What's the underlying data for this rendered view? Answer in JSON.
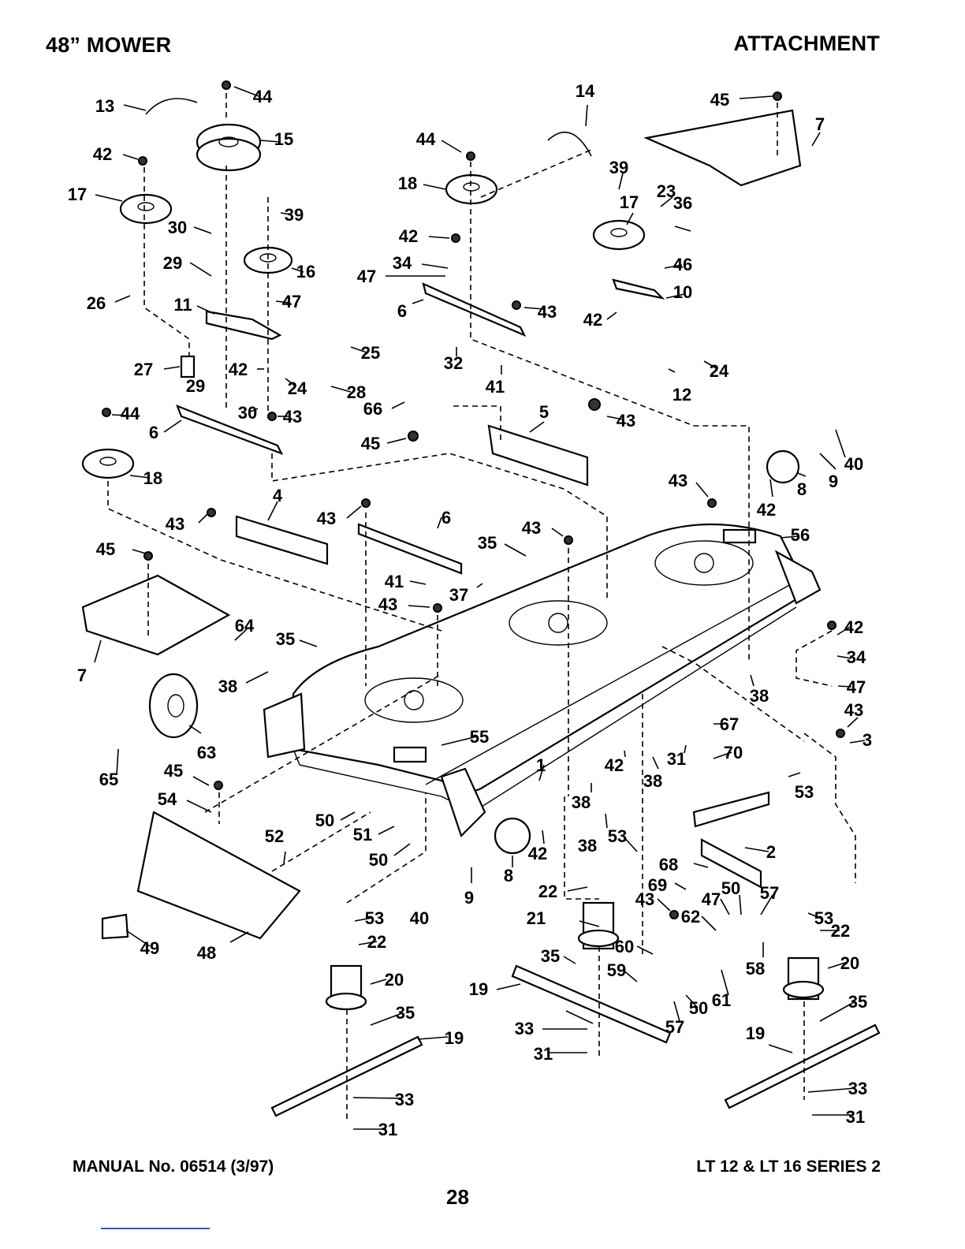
{
  "header": {
    "left": "48” MOWER",
    "right": "ATTACHMENT"
  },
  "footer": {
    "manual": "MANUAL No. 06514 (3/97)",
    "series": "LT 12 & LT 16 SERIES 2",
    "page": "28"
  },
  "callouts": [
    {
      "id": "c-13",
      "text": "13"
    },
    {
      "id": "c-44a",
      "text": "44"
    },
    {
      "id": "c-15",
      "text": "15"
    },
    {
      "id": "c-42a",
      "text": "42"
    },
    {
      "id": "c-17a",
      "text": "17"
    },
    {
      "id": "c-30a",
      "text": "30"
    },
    {
      "id": "c-39a",
      "text": "39"
    },
    {
      "id": "c-29a",
      "text": "29"
    },
    {
      "id": "c-16",
      "text": "16"
    },
    {
      "id": "c-26",
      "text": "26"
    },
    {
      "id": "c-11",
      "text": "11"
    },
    {
      "id": "c-47a",
      "text": "47"
    },
    {
      "id": "c-25",
      "text": "25"
    },
    {
      "id": "c-27",
      "text": "27"
    },
    {
      "id": "c-42b",
      "text": "42"
    },
    {
      "id": "c-29b",
      "text": "29"
    },
    {
      "id": "c-24a",
      "text": "24"
    },
    {
      "id": "c-28",
      "text": "28"
    },
    {
      "id": "c-30b",
      "text": "30"
    },
    {
      "id": "c-44b",
      "text": "44"
    },
    {
      "id": "c-43a",
      "text": "43"
    },
    {
      "id": "c-6a",
      "text": "6"
    },
    {
      "id": "c-18a",
      "text": "18"
    },
    {
      "id": "c-14",
      "text": "14"
    },
    {
      "id": "c-44c",
      "text": "44"
    },
    {
      "id": "c-18b",
      "text": "18"
    },
    {
      "id": "c-42c",
      "text": "42"
    },
    {
      "id": "c-34a",
      "text": "34"
    },
    {
      "id": "c-47b",
      "text": "47"
    },
    {
      "id": "c-6b",
      "text": "6"
    },
    {
      "id": "c-43b",
      "text": "43"
    },
    {
      "id": "c-32",
      "text": "32"
    },
    {
      "id": "c-41a",
      "text": "41"
    },
    {
      "id": "c-66",
      "text": "66"
    },
    {
      "id": "c-45a",
      "text": "45"
    },
    {
      "id": "c-45b",
      "text": "45"
    },
    {
      "id": "c-7a",
      "text": "7"
    },
    {
      "id": "c-39b",
      "text": "39"
    },
    {
      "id": "c-23",
      "text": "23"
    },
    {
      "id": "c-36",
      "text": "36"
    },
    {
      "id": "c-17b",
      "text": "17"
    },
    {
      "id": "c-46",
      "text": "46"
    },
    {
      "id": "c-10",
      "text": "10"
    },
    {
      "id": "c-42d",
      "text": "42"
    },
    {
      "id": "c-24b",
      "text": "24"
    },
    {
      "id": "c-12",
      "text": "12"
    },
    {
      "id": "c-5",
      "text": "5"
    },
    {
      "id": "c-43c",
      "text": "43"
    },
    {
      "id": "c-40a",
      "text": "40"
    },
    {
      "id": "c-9a",
      "text": "9"
    },
    {
      "id": "c-8a",
      "text": "8"
    },
    {
      "id": "c-42e",
      "text": "42"
    },
    {
      "id": "c-43d",
      "text": "43"
    },
    {
      "id": "c-56",
      "text": "56"
    },
    {
      "id": "c-43e",
      "text": "43"
    },
    {
      "id": "c-4",
      "text": "4"
    },
    {
      "id": "c-43f",
      "text": "43"
    },
    {
      "id": "c-6c",
      "text": "6"
    },
    {
      "id": "c-43g",
      "text": "43"
    },
    {
      "id": "c-35a",
      "text": "35"
    },
    {
      "id": "c-45c",
      "text": "45"
    },
    {
      "id": "c-41b",
      "text": "41"
    },
    {
      "id": "c-37",
      "text": "37"
    },
    {
      "id": "c-43h",
      "text": "43"
    },
    {
      "id": "c-7b",
      "text": "7"
    },
    {
      "id": "c-64",
      "text": "64"
    },
    {
      "id": "c-35b",
      "text": "35"
    },
    {
      "id": "c-38a",
      "text": "38"
    },
    {
      "id": "c-42f",
      "text": "42"
    },
    {
      "id": "c-34b",
      "text": "34"
    },
    {
      "id": "c-47c",
      "text": "47"
    },
    {
      "id": "c-38b",
      "text": "38"
    },
    {
      "id": "c-63",
      "text": "63"
    },
    {
      "id": "c-65",
      "text": "65"
    },
    {
      "id": "c-55",
      "text": "55"
    },
    {
      "id": "c-67",
      "text": "67"
    },
    {
      "id": "c-43i",
      "text": "43"
    },
    {
      "id": "c-3",
      "text": "3"
    },
    {
      "id": "c-31a",
      "text": "31"
    },
    {
      "id": "c-70",
      "text": "70"
    },
    {
      "id": "c-42g",
      "text": "42"
    },
    {
      "id": "c-38c",
      "text": "38"
    },
    {
      "id": "c-45d",
      "text": "45"
    },
    {
      "id": "c-54",
      "text": "54"
    },
    {
      "id": "c-1",
      "text": "1"
    },
    {
      "id": "c-38d",
      "text": "38"
    },
    {
      "id": "c-53a",
      "text": "53"
    },
    {
      "id": "c-50a",
      "text": "50"
    },
    {
      "id": "c-51",
      "text": "51"
    },
    {
      "id": "c-52",
      "text": "52"
    },
    {
      "id": "c-50b",
      "text": "50"
    },
    {
      "id": "c-42h",
      "text": "42"
    },
    {
      "id": "c-38e",
      "text": "38"
    },
    {
      "id": "c-53b",
      "text": "53"
    },
    {
      "id": "c-2",
      "text": "2"
    },
    {
      "id": "c-8b",
      "text": "8"
    },
    {
      "id": "c-68",
      "text": "68"
    },
    {
      "id": "c-40b",
      "text": "40"
    },
    {
      "id": "c-9b",
      "text": "9"
    },
    {
      "id": "c-22a",
      "text": "22"
    },
    {
      "id": "c-69",
      "text": "69"
    },
    {
      "id": "c-43j",
      "text": "43"
    },
    {
      "id": "c-47d",
      "text": "47"
    },
    {
      "id": "c-50c",
      "text": "50"
    },
    {
      "id": "c-57a",
      "text": "57"
    },
    {
      "id": "c-53c",
      "text": "53"
    },
    {
      "id": "c-21",
      "text": "21"
    },
    {
      "id": "c-62",
      "text": "62"
    },
    {
      "id": "c-22b",
      "text": "22"
    },
    {
      "id": "c-53d",
      "text": "53"
    },
    {
      "id": "c-22c",
      "text": "22"
    },
    {
      "id": "c-49",
      "text": "49"
    },
    {
      "id": "c-48",
      "text": "48"
    },
    {
      "id": "c-60",
      "text": "60"
    },
    {
      "id": "c-35c",
      "text": "35"
    },
    {
      "id": "c-58",
      "text": "58"
    },
    {
      "id": "c-20a",
      "text": "20"
    },
    {
      "id": "c-59",
      "text": "59"
    },
    {
      "id": "c-20b",
      "text": "20"
    },
    {
      "id": "c-19a",
      "text": "19"
    },
    {
      "id": "c-61",
      "text": "61"
    },
    {
      "id": "c-50d",
      "text": "50"
    },
    {
      "id": "c-35d",
      "text": "35"
    },
    {
      "id": "c-35e",
      "text": "35"
    },
    {
      "id": "c-57b",
      "text": "57"
    },
    {
      "id": "c-33a",
      "text": "33"
    },
    {
      "id": "c-19b",
      "text": "19"
    },
    {
      "id": "c-31b",
      "text": "31"
    },
    {
      "id": "c-19c",
      "text": "19"
    },
    {
      "id": "c-33b",
      "text": "33"
    },
    {
      "id": "c-33c",
      "text": "33"
    },
    {
      "id": "c-31c",
      "text": "31"
    },
    {
      "id": "c-31d",
      "text": "31"
    }
  ]
}
